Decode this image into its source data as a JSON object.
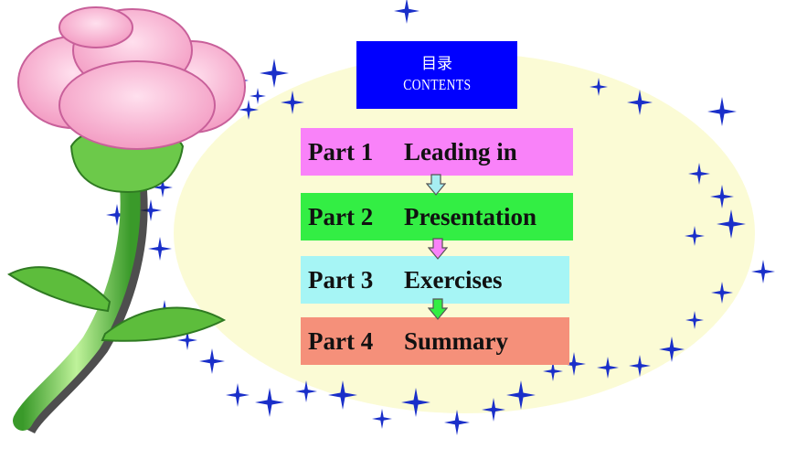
{
  "slide": {
    "title_cn": "目录",
    "title_en": "CONTENTS",
    "colors": {
      "title_bg": "#0000ff",
      "oval": "#fbfbd5",
      "star": "#1a2fc9",
      "petal": "#f6a9c9",
      "stem": "#5dbd3c"
    },
    "parts": [
      {
        "num": "Part 1",
        "label": "Leading in",
        "color": "#f982f9",
        "arrow_color": "#a6eef2"
      },
      {
        "num": "Part 2",
        "label": "Presentation",
        "color": "#33ee44",
        "arrow_color": "#f982f9"
      },
      {
        "num": "Part 3",
        "label": "Exercises",
        "color": "#a6f5f5",
        "arrow_color": "#33ee44"
      },
      {
        "num": "Part 4",
        "label": "Summary",
        "color": "#f5907a"
      }
    ],
    "decor": {
      "flower": "pink-flower-icon",
      "stars": "star-icon"
    }
  }
}
